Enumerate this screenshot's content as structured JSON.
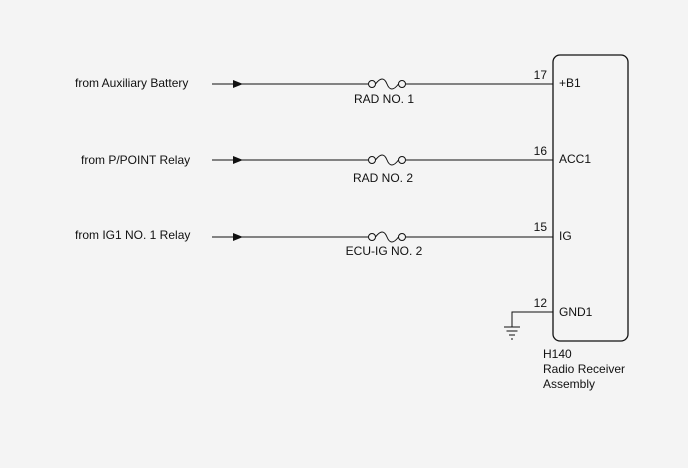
{
  "circuits": [
    {
      "source": "from Auxiliary Battery",
      "fuse": "RAD NO. 1",
      "pin": "17",
      "terminal": "+B1"
    },
    {
      "source": "from P/POINT Relay",
      "fuse": "RAD NO. 2",
      "pin": "16",
      "terminal": "ACC1"
    },
    {
      "source": "from IG1 NO. 1 Relay",
      "fuse": "ECU-IG NO. 2",
      "pin": "15",
      "terminal": "IG"
    }
  ],
  "ground": {
    "pin": "12",
    "terminal": "GND1"
  },
  "component": {
    "code": "H140",
    "name_line1": "Radio Receiver",
    "name_line2": "Assembly"
  }
}
